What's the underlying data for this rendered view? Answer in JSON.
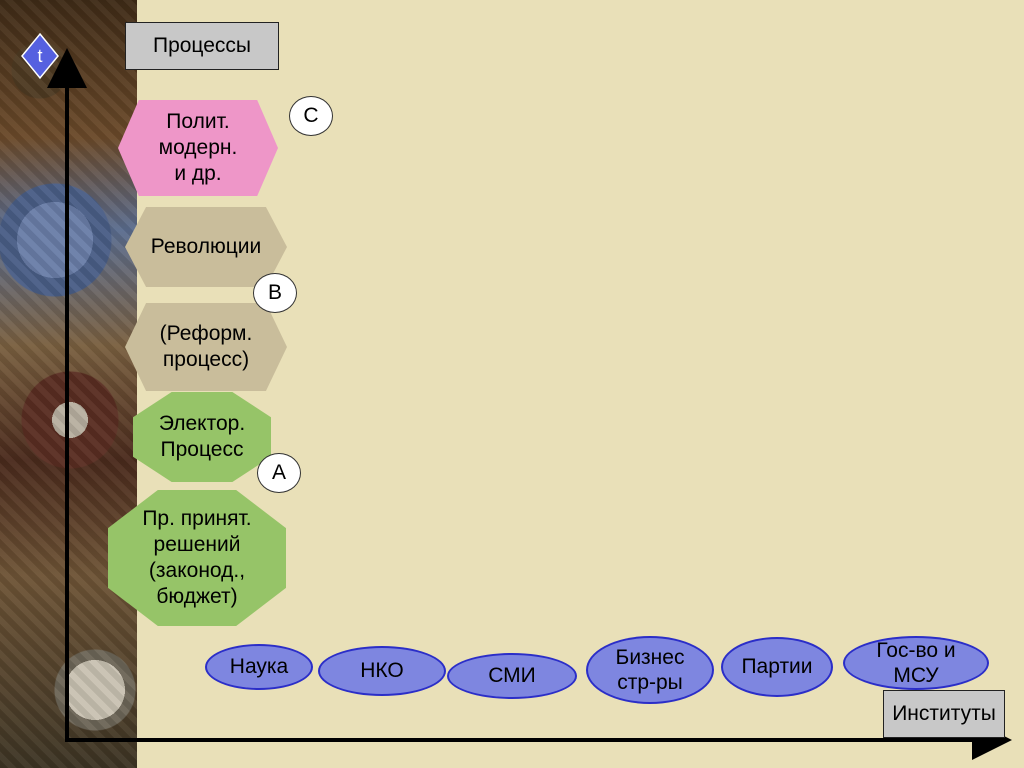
{
  "axes": {
    "y_label": "t",
    "y_title": "Процессы",
    "x_title": "Институты"
  },
  "processes": [
    {
      "id": "polit",
      "label": "Полит.\nмодерн.\nи др.",
      "color": "#ee96c8"
    },
    {
      "id": "revol",
      "label": "Революции",
      "color": "#c9bd9b"
    },
    {
      "id": "reform",
      "label": "(Реформ.\nпроцесс)",
      "color": "#c9bd9b"
    },
    {
      "id": "elect",
      "label": "Электор.\nПроцесс",
      "color": "#96c468"
    },
    {
      "id": "decision",
      "label": "Пр. принят.\nрешений\n(законод.,\nбюджет)",
      "color": "#96c468"
    }
  ],
  "markers": [
    "C",
    "B",
    "A"
  ],
  "institutions": [
    "Наука",
    "НКО",
    "СМИ",
    "Бизнес\nстр-ры",
    "Партии",
    "Гос-во и\nМСУ"
  ],
  "colors": {
    "background": "#e9e0b8",
    "oval_fill": "#7e86e0",
    "oval_border": "#2b2ec8",
    "axis": "#000000",
    "diamond": "#5560e0"
  }
}
